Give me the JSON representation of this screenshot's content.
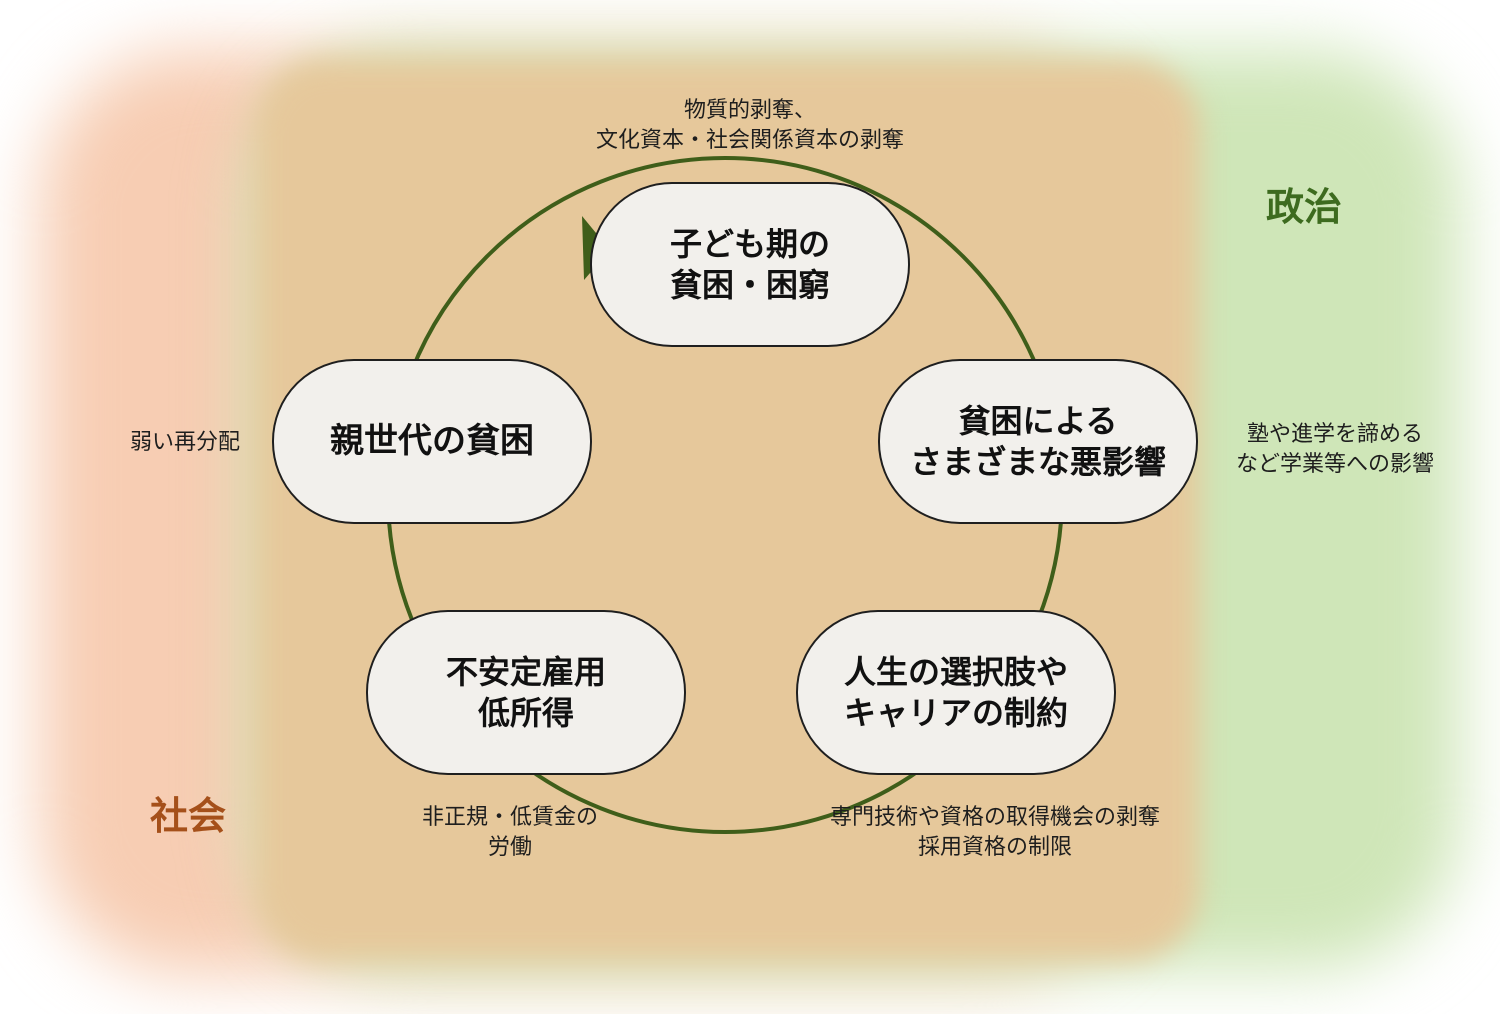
{
  "colors": {
    "social_label": "#a5501a",
    "politics_label": "#3d6b1f",
    "cycle_arrow": "#3f5e1a",
    "social_region": "#f7cdb3",
    "politics_region": "#cfe6b8",
    "overlap_region": "#e6c89b",
    "node_fill": "#f2f0ec",
    "node_border": "#1f1f1f"
  },
  "regions": {
    "social": "社会",
    "politics": "政治"
  },
  "nodes": {
    "child_poverty": [
      "子ども期の",
      "貧困・困窮"
    ],
    "effects": [
      "貧困による",
      "さまざまな悪影響"
    ],
    "constraints": [
      "人生の選択肢や",
      "キャリアの制約"
    ],
    "employment": [
      "不安定雇用",
      "低所得"
    ],
    "parent_poverty": [
      "親世代の貧困"
    ]
  },
  "notes": {
    "deprivation": [
      "物質的剥奪、",
      "文化資本・社会関係資本の剥奪"
    ],
    "education": [
      "塾や進学を諦める",
      "など学業等への影響"
    ],
    "skills": [
      "専門技術や資格の取得機会の剥奪",
      "採用資格の制限"
    ],
    "labor": [
      "非正規・低賃金の",
      "労働"
    ],
    "redistribution": [
      "弱い再分配"
    ]
  }
}
